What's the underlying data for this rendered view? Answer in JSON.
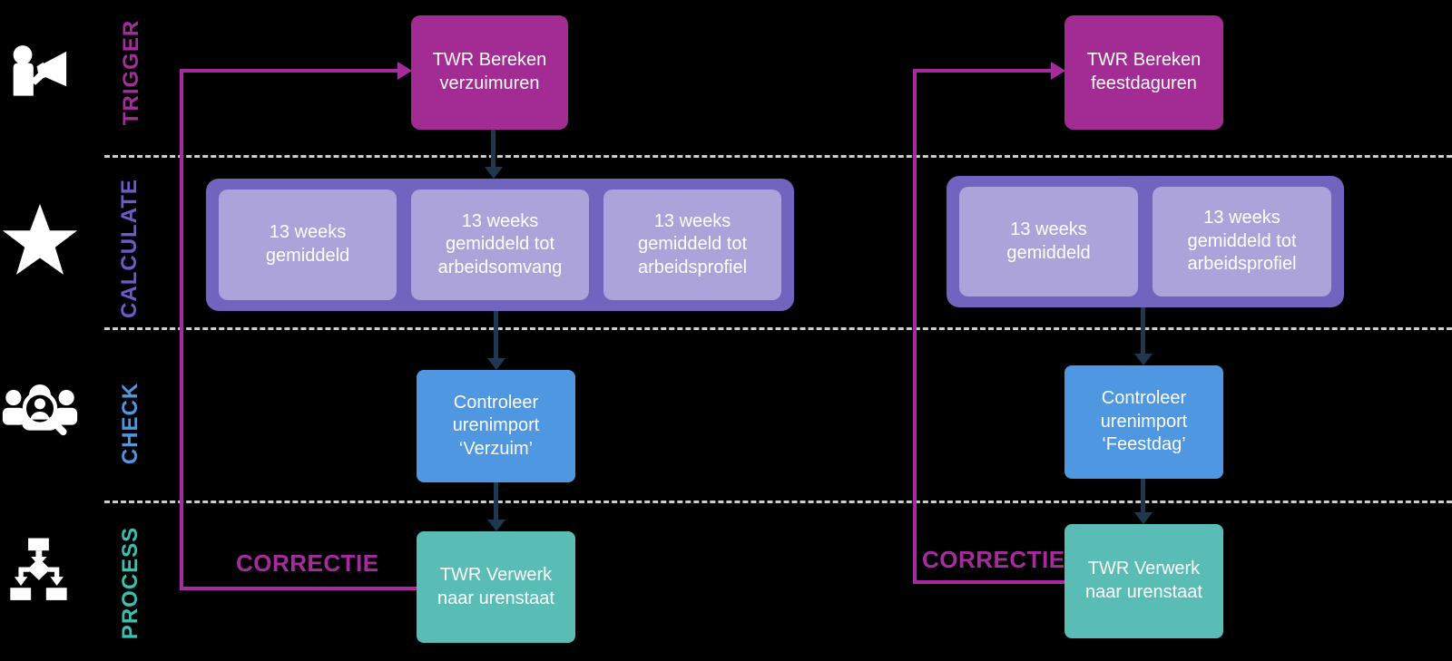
{
  "diagram": {
    "background": "#000000",
    "lanes": [
      {
        "label": "TRIGGER",
        "color": "#A62C9E",
        "icon": "announce-icon"
      },
      {
        "label": "CALCULATE",
        "color": "#6B5CCB",
        "icon": "star-icon"
      },
      {
        "label": "CHECK",
        "color": "#4F97E0",
        "icon": "people-search-icon"
      },
      {
        "label": "PROCESS",
        "color": "#3ABFB2",
        "icon": "flowchart-icon"
      }
    ],
    "palette": {
      "trigger_box": "#A32C94",
      "calc_group": "#7064BE",
      "calc_step": "#ABA3DA",
      "check_box": "#4F97E0",
      "process_box": "#5ABDB5",
      "connector_arrow": "#1F3850",
      "feedback_line": "#A62C9E",
      "lane_divider": "#CDCDCD",
      "node_text": "#FFFFFF"
    },
    "flows": [
      {
        "trigger": "TWR Bereken verzuimuren",
        "calculate_steps": [
          "13 weeks gemiddeld",
          "13 weeks gemiddeld tot arbeidsomvang",
          "13 weeks gemiddeld tot arbeidsprofiel"
        ],
        "check": "Controleer urenimport ‘Verzuim’",
        "process": "TWR Verwerk naar urenstaat",
        "correction": "CORRECTIE"
      },
      {
        "trigger": "TWR Bereken feestdaguren",
        "calculate_steps": [
          "13 weeks gemiddeld",
          "13 weeks gemiddeld tot arbeidsprofiel"
        ],
        "check": "Controleer urenimport ‘Feestdag’",
        "process": "TWR Verwerk naar urenstaat",
        "correction": "CORRECTIE"
      }
    ]
  }
}
